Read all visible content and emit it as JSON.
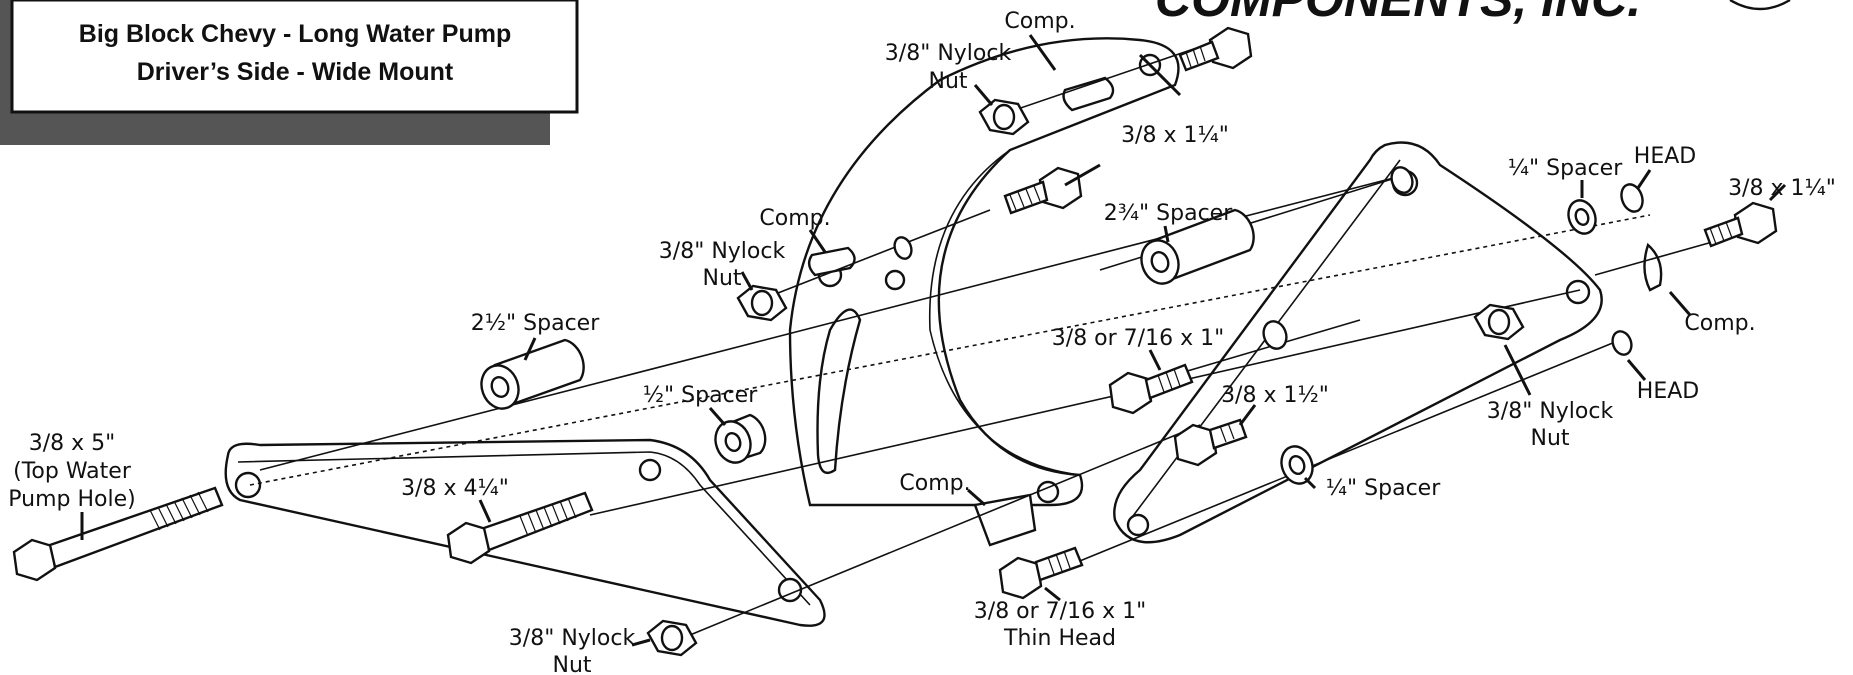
{
  "title_box": {
    "line1": "Big Block Chevy - Long Water Pump",
    "line2": "Driver’s Side - Wide Mount"
  },
  "brand_fragment": "COMPONENTS, INC.",
  "labels": {
    "nylock_top": [
      "3/8\" Nylock",
      "Nut"
    ],
    "comp_top": "Comp.",
    "bolt_top": "3/8 x 1¼\"",
    "spacer_quarter_top": "¼\" Spacer",
    "head_top": "HEAD",
    "bolt_right": "3/8 x 1¼\"",
    "comp_left": "Comp.",
    "nylock_left": [
      "3/8\" Nylock",
      "Nut"
    ],
    "spacer_234": "2¾\" Spacer",
    "comp_right": "Comp.",
    "spacer_212": "2½\" Spacer",
    "bolt_716": "3/8 or 7/16 x 1\"",
    "spacer_half": "½\" Spacer",
    "bolt_112": "3/8 x 1½\"",
    "head_bottom": "HEAD",
    "nylock_right": [
      "3/8\" Nylock",
      "Nut"
    ],
    "bolt_5": [
      "3/8 x 5\"",
      "(Top Water",
      "Pump Hole)"
    ],
    "bolt_414": "3/8 x 4¼\"",
    "comp_bottom": "Comp.",
    "spacer_quarter_bottom": "¼\" Spacer",
    "bolt_thinhead": [
      "3/8 or 7/16 x 1\"",
      "Thin Head"
    ],
    "nylock_bottom": [
      "3/8\" Nylock",
      "Nut"
    ]
  }
}
